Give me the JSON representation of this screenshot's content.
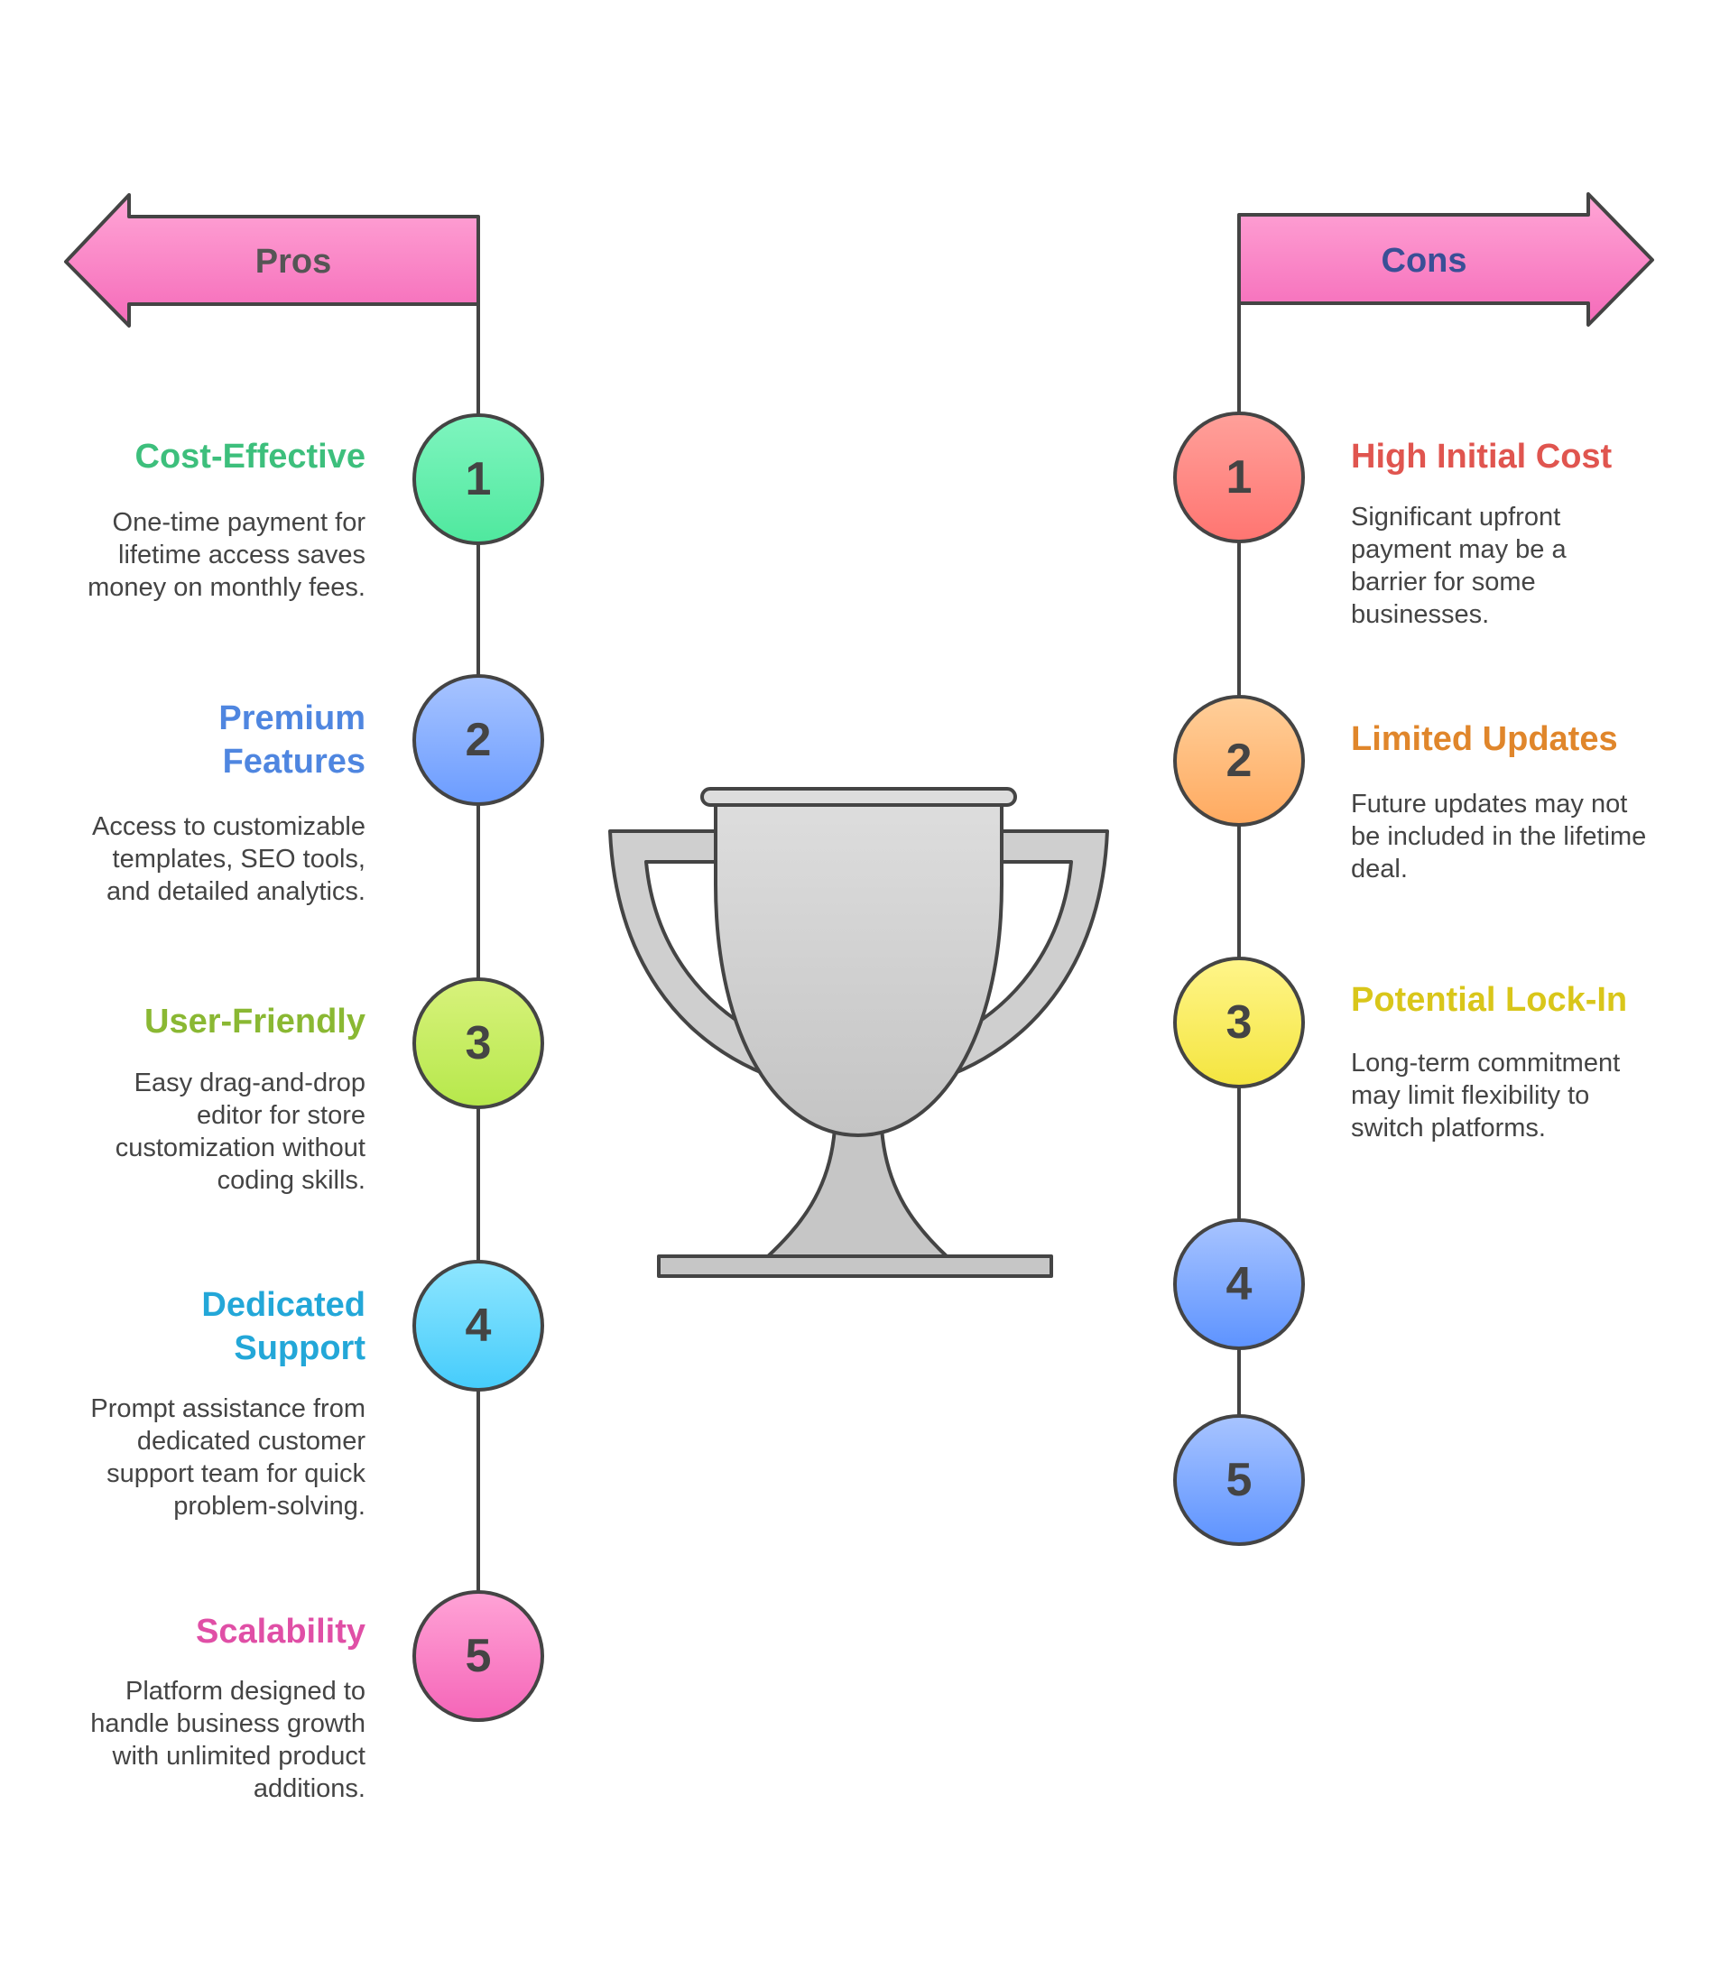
{
  "pros": {
    "header": "Pros",
    "items": [
      {
        "number": "1",
        "title": "Cost-Effective",
        "description": "One-time payment for lifetime access saves money on monthly fees.",
        "color": "#3dbf7c",
        "fill_top": "#7ff5bf",
        "fill_bottom": "#4fe89e"
      },
      {
        "number": "2",
        "title": "Premium Features",
        "description": "Access to customizable templates, SEO tools, and detailed analytics.",
        "color": "#4f86e0",
        "fill_top": "#a8c4ff",
        "fill_bottom": "#6b9cff"
      },
      {
        "number": "3",
        "title": "User-Friendly",
        "description": "Easy drag-and-drop editor for store customization without coding skills.",
        "color": "#8ab833",
        "fill_top": "#d8f27c",
        "fill_bottom": "#b6e84b"
      },
      {
        "number": "4",
        "title": "Dedicated Support",
        "description": "Prompt assistance from dedicated customer support team for quick problem-solving.",
        "color": "#23a7d8",
        "fill_top": "#8fe6ff",
        "fill_bottom": "#45ccfb"
      },
      {
        "number": "5",
        "title": "Scalability",
        "description": "Platform designed to handle business growth with unlimited product additions.",
        "color": "#e04fa6",
        "fill_top": "#ffa3d6",
        "fill_bottom": "#f565b8"
      }
    ]
  },
  "cons": {
    "header": "Cons",
    "items": [
      {
        "number": "1",
        "title": "High Initial Cost",
        "description": "Significant upfront payment may be a barrier for some businesses.",
        "color": "#e0554f",
        "fill_top": "#ffa09a",
        "fill_bottom": "#ff7571"
      },
      {
        "number": "2",
        "title": "Limited Updates",
        "description": "Future updates may not be included in the lifetime deal.",
        "color": "#e0862b",
        "fill_top": "#ffcf9a",
        "fill_bottom": "#ffaa60"
      },
      {
        "number": "3",
        "title": "Potential Lock-In",
        "description": "Long-term commitment may limit flexibility to switch platforms.",
        "color": "#d9c61a",
        "fill_top": "#fff58a",
        "fill_bottom": "#f4e53f"
      },
      {
        "number": "4",
        "title": "",
        "description": "",
        "color": "#4f86e0",
        "fill_top": "#a8c4ff",
        "fill_bottom": "#5d93ff"
      },
      {
        "number": "5",
        "title": "",
        "description": "",
        "color": "#4f86e0",
        "fill_top": "#a8c4ff",
        "fill_bottom": "#5d93ff"
      }
    ]
  },
  "colors": {
    "arrow_top": "#ffa6d6",
    "arrow_bottom": "#f56ab9",
    "pros_header_text": "#555555",
    "cons_header_text": "#3a4f96",
    "outline": "#444444",
    "number_text": "#444444",
    "trophy_fill": "#cccccc",
    "trophy_light": "#dddddd"
  },
  "icons": {
    "center": "trophy-icon"
  }
}
